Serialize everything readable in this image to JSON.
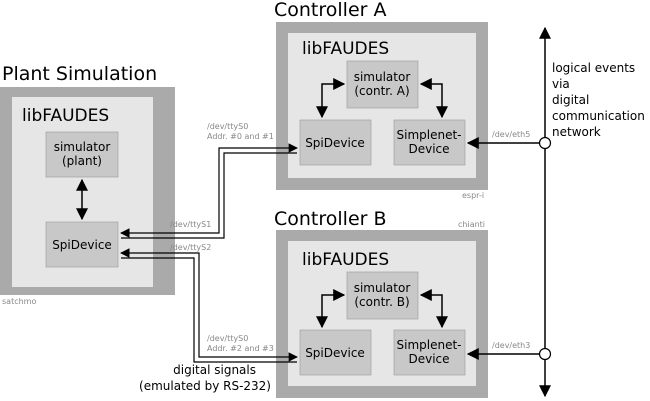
{
  "plant": {
    "title": "Plant Simulation",
    "lib": "libFAUDES",
    "simulator": [
      "simulator",
      "(plant)"
    ],
    "spidevice": "SpiDevice",
    "host": "satchmo"
  },
  "controller_a": {
    "title": "Controller A",
    "lib": "libFAUDES",
    "simulator": [
      "simulator",
      "(contr. A)"
    ],
    "spidevice": "SpiDevice",
    "simplenet": [
      "Simplenet-",
      "Device"
    ],
    "host": "espr-i",
    "dev_tty": "/dev/ttyS0",
    "addr": "Addr. #0 and #1",
    "dev_eth": "/dev/eth5"
  },
  "controller_b": {
    "title": "Controller B",
    "lib": "libFAUDES",
    "simulator": [
      "simulator",
      "(contr. B)"
    ],
    "spidevice": "SpiDevice",
    "simplenet": [
      "Simplenet-",
      "Device"
    ],
    "host": "chianti",
    "dev_tty": "/dev/ttyS0",
    "addr": "Addr. #2 and #3",
    "dev_eth": "/dev/eth3"
  },
  "plant_ports": {
    "tty1": "/dev/ttyS1",
    "tty2": "/dev/ttyS2"
  },
  "network_label": [
    "logical events",
    "via",
    "digital",
    "communication",
    "network"
  ],
  "digital_label": [
    "digital signals",
    "(emulated by RS-232)"
  ],
  "colors": {
    "outer": "#aaaaaa",
    "inner": "#e6e6e6",
    "module": "#c8c8c8"
  }
}
